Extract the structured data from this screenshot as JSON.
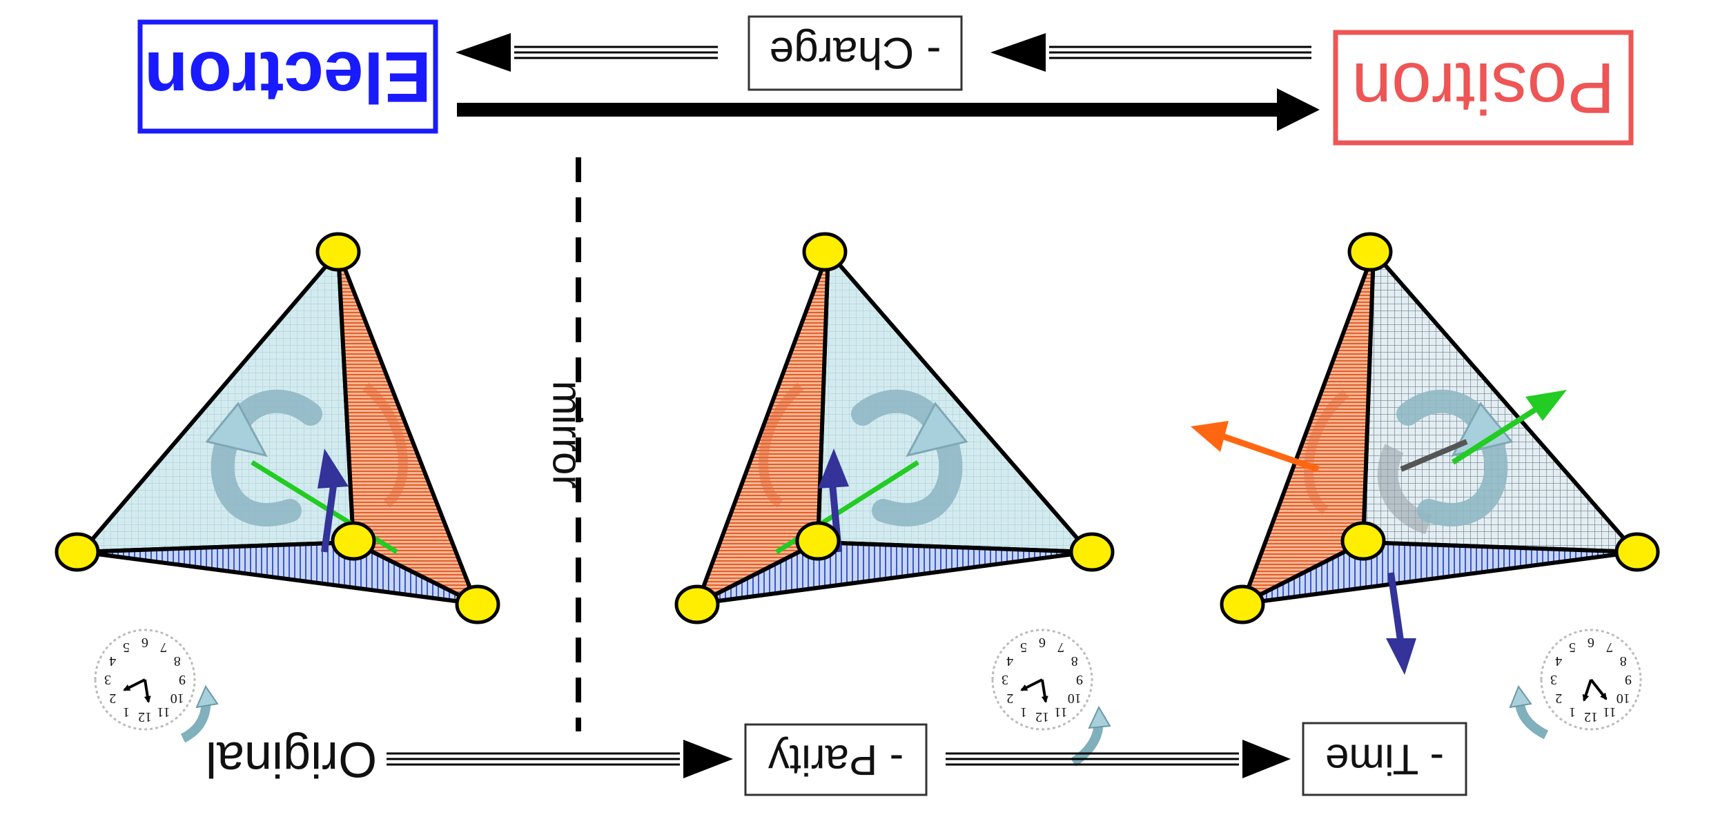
{
  "labels": {
    "electron": "Electron",
    "positron": "Positron",
    "charge": "- Charge",
    "parity": "- Parity",
    "time": "- Time",
    "original": "Original",
    "mirror": "mirror"
  },
  "clock_numbers": [
    "12",
    "1",
    "2",
    "3",
    "4",
    "5",
    "6",
    "7",
    "8",
    "9",
    "10",
    "11"
  ],
  "colors": {
    "electron": "#1a1aff",
    "positron": "#ee5555",
    "vertex": "#ffee00",
    "face_blue": "#5577dd",
    "face_orange": "#ee7744",
    "face_light": "#b8dce8",
    "spin_arrow": "#a8d0dc",
    "axis_blue": "#333399",
    "axis_green": "#22cc22",
    "axis_orange": "#ff6611"
  }
}
